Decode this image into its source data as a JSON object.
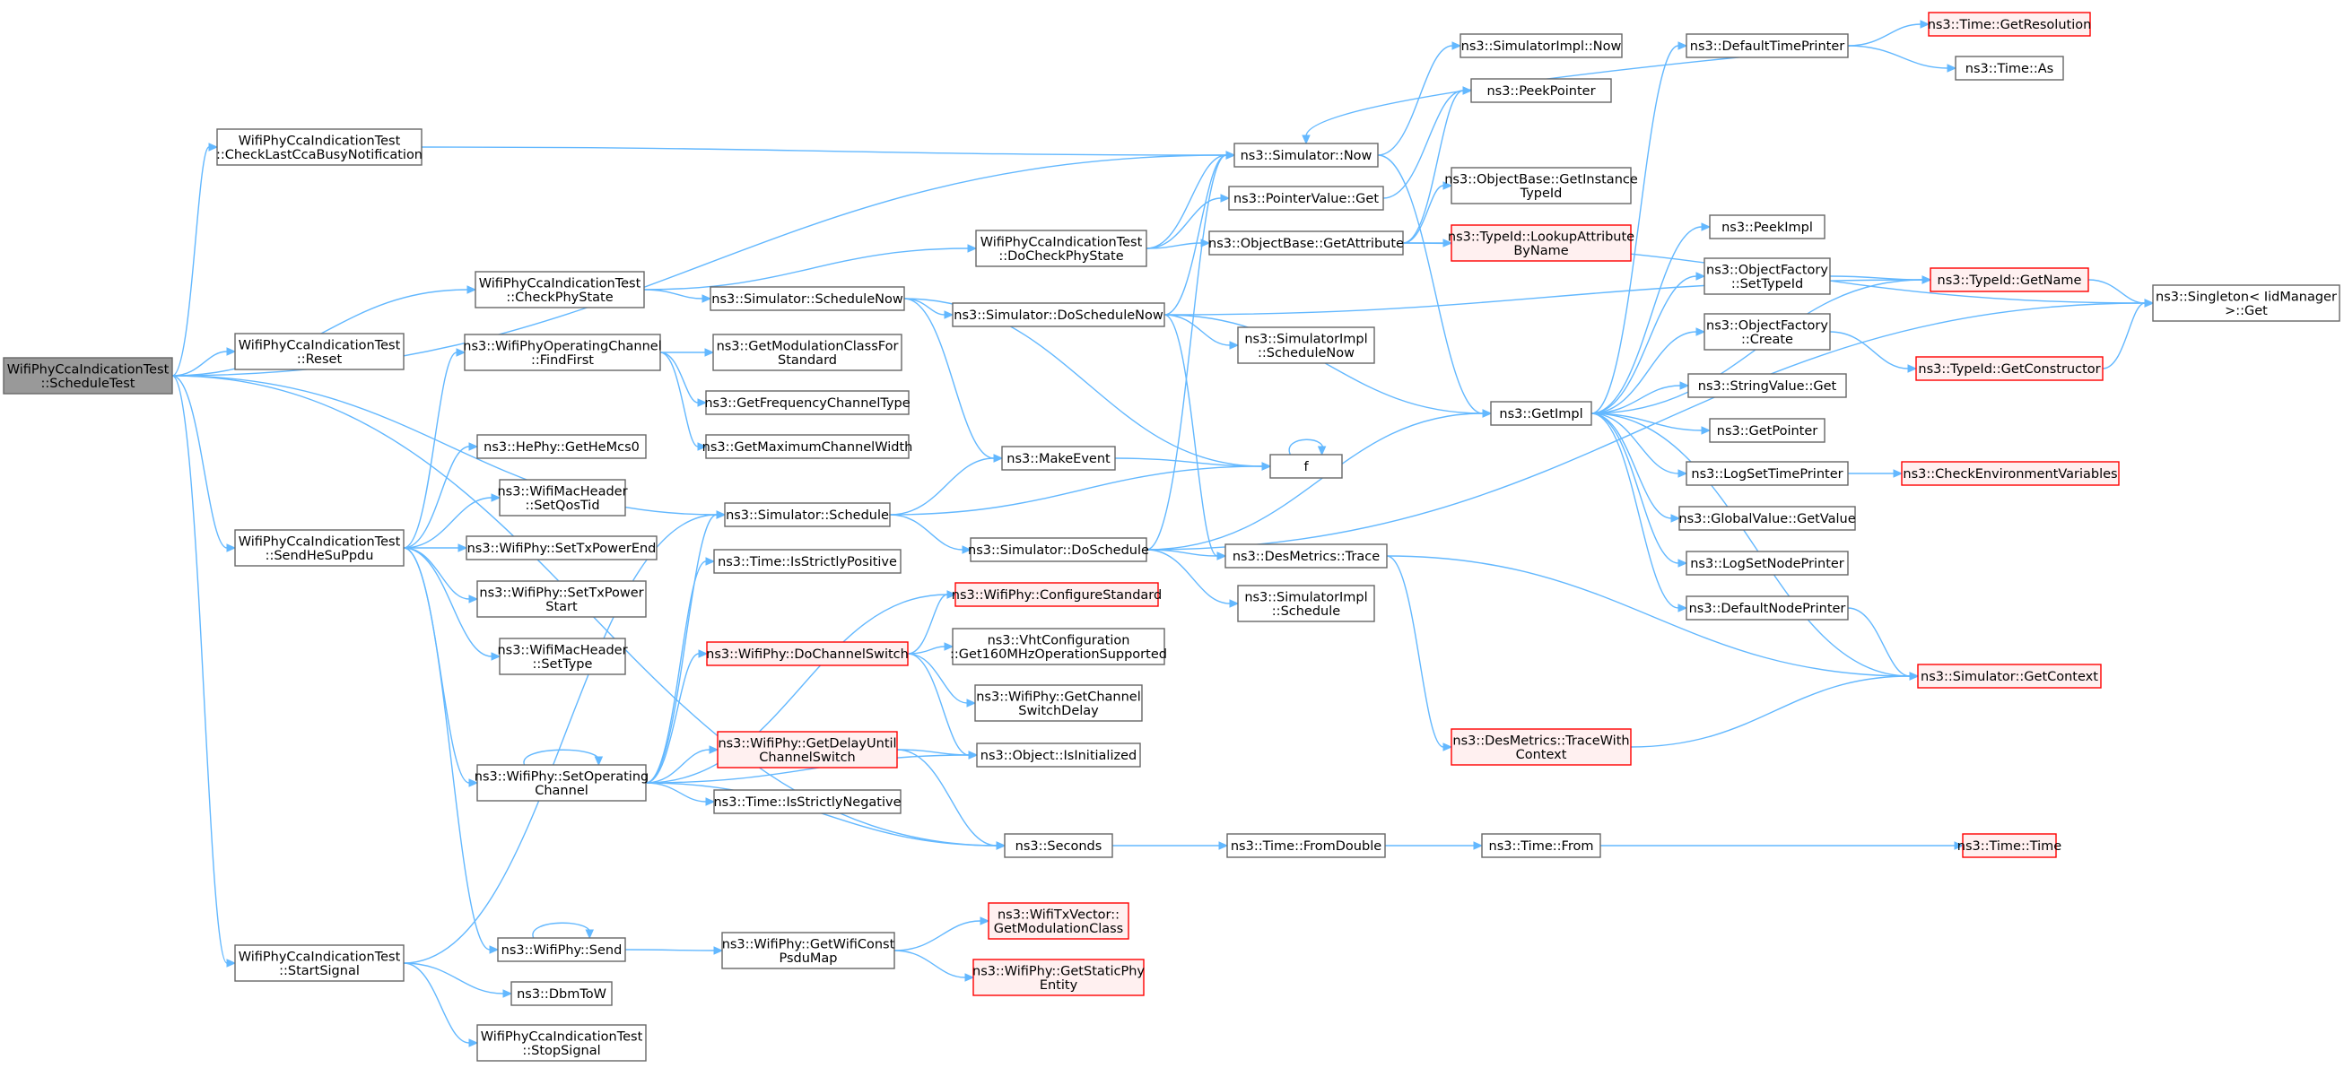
{
  "colors": {
    "root_fill": "#999999",
    "root_stroke": "#666666",
    "normal_fill": "#ffffff",
    "normal_stroke": "#666666",
    "truncated_fill": "#fff0f0",
    "truncated_stroke": "#ff0000",
    "edge": "#63b8ff"
  },
  "graph": {
    "nodes": [
      {
        "id": "root",
        "lines": [
          "WifiPhyCcaIndicationTest",
          "::ScheduleTest"
        ],
        "kind": "root"
      },
      {
        "id": "checkLast",
        "lines": [
          "WifiPhyCcaIndicationTest",
          "::CheckLastCcaBusyNotification"
        ],
        "kind": "normal"
      },
      {
        "id": "checkPhyState",
        "lines": [
          "WifiPhyCcaIndicationTest",
          "::CheckPhyState"
        ],
        "kind": "normal"
      },
      {
        "id": "reset",
        "lines": [
          "WifiPhyCcaIndicationTest",
          "::Reset"
        ],
        "kind": "normal"
      },
      {
        "id": "sendHeSu",
        "lines": [
          "WifiPhyCcaIndicationTest",
          "::SendHeSuPpdu"
        ],
        "kind": "normal"
      },
      {
        "id": "startSignal",
        "lines": [
          "WifiPhyCcaIndicationTest",
          "::StartSignal"
        ],
        "kind": "normal"
      },
      {
        "id": "stopSignal",
        "lines": [
          "WifiPhyCcaIndicationTest",
          "::StopSignal"
        ],
        "kind": "normal"
      },
      {
        "id": "findFirst",
        "lines": [
          "ns3::WifiPhyOperatingChannel",
          "::FindFirst"
        ],
        "kind": "normal"
      },
      {
        "id": "getHeMcs0",
        "lines": [
          "ns3::HePhy::GetHeMcs0"
        ],
        "kind": "normal"
      },
      {
        "id": "setQosTid",
        "lines": [
          "ns3::WifiMacHeader",
          "::SetQosTid"
        ],
        "kind": "normal"
      },
      {
        "id": "setTxPowerEnd",
        "lines": [
          "ns3::WifiPhy::SetTxPowerEnd"
        ],
        "kind": "normal"
      },
      {
        "id": "setTxPowerStart",
        "lines": [
          "ns3::WifiPhy::SetTxPower",
          "Start"
        ],
        "kind": "normal"
      },
      {
        "id": "setType",
        "lines": [
          "ns3::WifiMacHeader",
          "::SetType"
        ],
        "kind": "normal"
      },
      {
        "id": "setOpChannel",
        "lines": [
          "ns3::WifiPhy::SetOperating",
          "Channel"
        ],
        "kind": "normal"
      },
      {
        "id": "send",
        "lines": [
          "ns3::WifiPhy::Send"
        ],
        "kind": "normal"
      },
      {
        "id": "dbmToW",
        "lines": [
          "ns3::DbmToW"
        ],
        "kind": "normal"
      },
      {
        "id": "getModClassStd",
        "lines": [
          "ns3::GetModulationClassFor",
          "Standard"
        ],
        "kind": "normal"
      },
      {
        "id": "getFreqChanType",
        "lines": [
          "ns3::GetFrequencyChannelType"
        ],
        "kind": "normal"
      },
      {
        "id": "getMaxChanWidth",
        "lines": [
          "ns3::GetMaximumChannelWidth"
        ],
        "kind": "normal"
      },
      {
        "id": "scheduleNow",
        "lines": [
          "ns3::Simulator::ScheduleNow"
        ],
        "kind": "normal"
      },
      {
        "id": "schedule",
        "lines": [
          "ns3::Simulator::Schedule"
        ],
        "kind": "normal"
      },
      {
        "id": "isStrictlyPos",
        "lines": [
          "ns3::Time::IsStrictlyPositive"
        ],
        "kind": "normal"
      },
      {
        "id": "configStd",
        "lines": [
          "ns3::WifiPhy::ConfigureStandard"
        ],
        "kind": "truncated"
      },
      {
        "id": "doChanSwitch",
        "lines": [
          "ns3::WifiPhy::DoChannelSwitch"
        ],
        "kind": "truncated"
      },
      {
        "id": "getDelayUntil",
        "lines": [
          "ns3::WifiPhy::GetDelayUntil",
          "ChannelSwitch"
        ],
        "kind": "truncated"
      },
      {
        "id": "isStrictlyNeg",
        "lines": [
          "ns3::Time::IsStrictlyNegative"
        ],
        "kind": "normal"
      },
      {
        "id": "getWifiConst",
        "lines": [
          "ns3::WifiPhy::GetWifiConst",
          "PsduMap"
        ],
        "kind": "normal"
      },
      {
        "id": "doCheckPhy",
        "lines": [
          "WifiPhyCcaIndicationTest",
          "::DoCheckPhyState"
        ],
        "kind": "normal"
      },
      {
        "id": "doScheduleNow",
        "lines": [
          "ns3::Simulator::DoScheduleNow"
        ],
        "kind": "normal"
      },
      {
        "id": "makeEvent",
        "lines": [
          "ns3::MakeEvent"
        ],
        "kind": "normal"
      },
      {
        "id": "doSchedule",
        "lines": [
          "ns3::Simulator::DoSchedule"
        ],
        "kind": "normal"
      },
      {
        "id": "vhtConfig",
        "lines": [
          "ns3::VhtConfiguration",
          "::Get160MHzOperationSupported"
        ],
        "kind": "normal"
      },
      {
        "id": "getChanSwitchDelay",
        "lines": [
          "ns3::WifiPhy::GetChannel",
          "SwitchDelay"
        ],
        "kind": "normal"
      },
      {
        "id": "isInitialized",
        "lines": [
          "ns3::Object::IsInitialized"
        ],
        "kind": "normal"
      },
      {
        "id": "seconds",
        "lines": [
          "ns3::Seconds"
        ],
        "kind": "normal"
      },
      {
        "id": "getModClass",
        "lines": [
          "ns3::WifiTxVector::",
          "GetModulationClass"
        ],
        "kind": "truncated"
      },
      {
        "id": "getStaticPhy",
        "lines": [
          "ns3::WifiPhy::GetStaticPhy",
          "Entity"
        ],
        "kind": "truncated"
      },
      {
        "id": "simNow",
        "lines": [
          "ns3::Simulator::Now"
        ],
        "kind": "normal"
      },
      {
        "id": "pointerGet",
        "lines": [
          "ns3::PointerValue::Get"
        ],
        "kind": "normal"
      },
      {
        "id": "getAttribute",
        "lines": [
          "ns3::ObjectBase::GetAttribute"
        ],
        "kind": "normal"
      },
      {
        "id": "implScheduleNow",
        "lines": [
          "ns3::SimulatorImpl",
          "::ScheduleNow"
        ],
        "kind": "normal"
      },
      {
        "id": "f",
        "lines": [
          "f"
        ],
        "kind": "normal"
      },
      {
        "id": "desTrace",
        "lines": [
          "ns3::DesMetrics::Trace"
        ],
        "kind": "normal"
      },
      {
        "id": "implSchedule",
        "lines": [
          "ns3::SimulatorImpl",
          "::Schedule"
        ],
        "kind": "normal"
      },
      {
        "id": "timeFromDouble",
        "lines": [
          "ns3::Time::FromDouble"
        ],
        "kind": "normal"
      },
      {
        "id": "implNow",
        "lines": [
          "ns3::SimulatorImpl::Now"
        ],
        "kind": "normal"
      },
      {
        "id": "peekPointer",
        "lines": [
          "ns3::PeekPointer"
        ],
        "kind": "normal"
      },
      {
        "id": "getInstanceTypeId",
        "lines": [
          "ns3::ObjectBase::GetInstance",
          "TypeId"
        ],
        "kind": "normal"
      },
      {
        "id": "lookupAttr",
        "lines": [
          "ns3::TypeId::LookupAttribute",
          "ByName"
        ],
        "kind": "truncated"
      },
      {
        "id": "getImpl",
        "lines": [
          "ns3::GetImpl"
        ],
        "kind": "normal"
      },
      {
        "id": "desTraceCtx",
        "lines": [
          "ns3::DesMetrics::TraceWith",
          "Context"
        ],
        "kind": "truncated"
      },
      {
        "id": "timeFrom",
        "lines": [
          "ns3::Time::From"
        ],
        "kind": "normal"
      },
      {
        "id": "defTimePrinter",
        "lines": [
          "ns3::DefaultTimePrinter"
        ],
        "kind": "normal"
      },
      {
        "id": "peekImpl",
        "lines": [
          "ns3::PeekImpl"
        ],
        "kind": "normal"
      },
      {
        "id": "ofSetTypeId",
        "lines": [
          "ns3::ObjectFactory",
          "::SetTypeId"
        ],
        "kind": "normal"
      },
      {
        "id": "ofCreate",
        "lines": [
          "ns3::ObjectFactory",
          "::Create"
        ],
        "kind": "normal"
      },
      {
        "id": "stringValueGet",
        "lines": [
          "ns3::StringValue::Get"
        ],
        "kind": "normal"
      },
      {
        "id": "getPointer",
        "lines": [
          "ns3::GetPointer"
        ],
        "kind": "normal"
      },
      {
        "id": "logSetTimePrinter",
        "lines": [
          "ns3::LogSetTimePrinter"
        ],
        "kind": "normal"
      },
      {
        "id": "globalValueGet",
        "lines": [
          "ns3::GlobalValue::GetValue"
        ],
        "kind": "normal"
      },
      {
        "id": "logSetNodePrinter",
        "lines": [
          "ns3::LogSetNodePrinter"
        ],
        "kind": "normal"
      },
      {
        "id": "defNodePrinter",
        "lines": [
          "ns3::DefaultNodePrinter"
        ],
        "kind": "normal"
      },
      {
        "id": "timeGetRes",
        "lines": [
          "ns3::Time::GetResolution"
        ],
        "kind": "truncated"
      },
      {
        "id": "timeAs",
        "lines": [
          "ns3::Time::As"
        ],
        "kind": "normal"
      },
      {
        "id": "typeIdGetName",
        "lines": [
          "ns3::TypeId::GetName"
        ],
        "kind": "truncated"
      },
      {
        "id": "typeIdGetCtor",
        "lines": [
          "ns3::TypeId::GetConstructor"
        ],
        "kind": "truncated"
      },
      {
        "id": "checkEnvVars",
        "lines": [
          "ns3::CheckEnvironmentVariables"
        ],
        "kind": "truncated"
      },
      {
        "id": "simGetContext",
        "lines": [
          "ns3::Simulator::GetContext"
        ],
        "kind": "truncated"
      },
      {
        "id": "timeTime",
        "lines": [
          "ns3::Time::Time"
        ],
        "kind": "truncated"
      },
      {
        "id": "singletonGet",
        "lines": [
          "ns3::Singleton< IidManager",
          " >::Get"
        ],
        "kind": "normal"
      }
    ],
    "edges": [
      [
        "root",
        "checkLast"
      ],
      [
        "root",
        "simNow"
      ],
      [
        "root",
        "checkPhyState"
      ],
      [
        "root",
        "reset"
      ],
      [
        "root",
        "schedule"
      ],
      [
        "root",
        "sendHeSu"
      ],
      [
        "root",
        "seconds"
      ],
      [
        "root",
        "startSignal"
      ],
      [
        "checkLast",
        "simNow"
      ],
      [
        "checkPhyState",
        "doCheckPhy"
      ],
      [
        "checkPhyState",
        "scheduleNow"
      ],
      [
        "sendHeSu",
        "findFirst"
      ],
      [
        "sendHeSu",
        "getHeMcs0"
      ],
      [
        "sendHeSu",
        "setQosTid"
      ],
      [
        "sendHeSu",
        "setTxPowerEnd"
      ],
      [
        "sendHeSu",
        "setTxPowerStart"
      ],
      [
        "sendHeSu",
        "setType"
      ],
      [
        "sendHeSu",
        "setOpChannel"
      ],
      [
        "sendHeSu",
        "send"
      ],
      [
        "startSignal",
        "schedule"
      ],
      [
        "startSignal",
        "dbmToW"
      ],
      [
        "startSignal",
        "stopSignal"
      ],
      [
        "findFirst",
        "getModClassStd"
      ],
      [
        "findFirst",
        "getFreqChanType"
      ],
      [
        "findFirst",
        "getMaxChanWidth"
      ],
      [
        "setOpChannel",
        "setOpChannel"
      ],
      [
        "setOpChannel",
        "schedule"
      ],
      [
        "setOpChannel",
        "isStrictlyPos"
      ],
      [
        "setOpChannel",
        "configStd"
      ],
      [
        "setOpChannel",
        "doChanSwitch"
      ],
      [
        "setOpChannel",
        "getDelayUntil"
      ],
      [
        "setOpChannel",
        "isInitialized"
      ],
      [
        "setOpChannel",
        "isStrictlyNeg"
      ],
      [
        "setOpChannel",
        "seconds"
      ],
      [
        "send",
        "send"
      ],
      [
        "send",
        "getWifiConst"
      ],
      [
        "scheduleNow",
        "doScheduleNow"
      ],
      [
        "scheduleNow",
        "makeEvent"
      ],
      [
        "scheduleNow",
        "f"
      ],
      [
        "schedule",
        "makeEvent"
      ],
      [
        "schedule",
        "doSchedule"
      ],
      [
        "schedule",
        "f"
      ],
      [
        "doChanSwitch",
        "configStd"
      ],
      [
        "doChanSwitch",
        "vhtConfig"
      ],
      [
        "doChanSwitch",
        "getChanSwitchDelay"
      ],
      [
        "doChanSwitch",
        "isInitialized"
      ],
      [
        "getDelayUntil",
        "isInitialized"
      ],
      [
        "getDelayUntil",
        "seconds"
      ],
      [
        "getWifiConst",
        "getModClass"
      ],
      [
        "getWifiConst",
        "getStaticPhy"
      ],
      [
        "doCheckPhy",
        "simNow"
      ],
      [
        "doCheckPhy",
        "pointerGet"
      ],
      [
        "doCheckPhy",
        "getAttribute"
      ],
      [
        "doScheduleNow",
        "simNow"
      ],
      [
        "doScheduleNow",
        "implScheduleNow"
      ],
      [
        "doScheduleNow",
        "getImpl"
      ],
      [
        "doScheduleNow",
        "desTrace"
      ],
      [
        "doScheduleNow",
        "typeIdGetName"
      ],
      [
        "doSchedule",
        "simNow"
      ],
      [
        "doSchedule",
        "getImpl"
      ],
      [
        "doSchedule",
        "desTrace"
      ],
      [
        "doSchedule",
        "implSchedule"
      ],
      [
        "doSchedule",
        "singletonGet"
      ],
      [
        "makeEvent",
        "f"
      ],
      [
        "f",
        "f"
      ],
      [
        "seconds",
        "timeFromDouble"
      ],
      [
        "simNow",
        "implNow"
      ],
      [
        "simNow",
        "getImpl"
      ],
      [
        "pointerGet",
        "peekPointer"
      ],
      [
        "getAttribute",
        "peekPointer"
      ],
      [
        "getAttribute",
        "getInstanceTypeId"
      ],
      [
        "getAttribute",
        "lookupAttr"
      ],
      [
        "getAttribute",
        "singletonGet"
      ],
      [
        "desTrace",
        "desTraceCtx"
      ],
      [
        "desTrace",
        "simGetContext"
      ],
      [
        "desTraceCtx",
        "simGetContext"
      ],
      [
        "timeFromDouble",
        "timeFrom"
      ],
      [
        "timeFrom",
        "timeTime"
      ],
      [
        "getImpl",
        "defTimePrinter"
      ],
      [
        "getImpl",
        "peekImpl"
      ],
      [
        "getImpl",
        "ofSetTypeId"
      ],
      [
        "getImpl",
        "ofCreate"
      ],
      [
        "getImpl",
        "stringValueGet"
      ],
      [
        "getImpl",
        "getPointer"
      ],
      [
        "getImpl",
        "logSetTimePrinter"
      ],
      [
        "getImpl",
        "globalValueGet"
      ],
      [
        "getImpl",
        "logSetNodePrinter"
      ],
      [
        "getImpl",
        "defNodePrinter"
      ],
      [
        "getImpl",
        "simGetContext"
      ],
      [
        "getImpl",
        "typeIdGetName"
      ],
      [
        "defTimePrinter",
        "simNow"
      ],
      [
        "defTimePrinter",
        "timeGetRes"
      ],
      [
        "defTimePrinter",
        "timeAs"
      ],
      [
        "ofSetTypeId",
        "typeIdGetName"
      ],
      [
        "ofCreate",
        "typeIdGetCtor"
      ],
      [
        "logSetTimePrinter",
        "checkEnvVars"
      ],
      [
        "defNodePrinter",
        "simGetContext"
      ],
      [
        "typeIdGetName",
        "singletonGet"
      ],
      [
        "typeIdGetCtor",
        "singletonGet"
      ]
    ]
  }
}
